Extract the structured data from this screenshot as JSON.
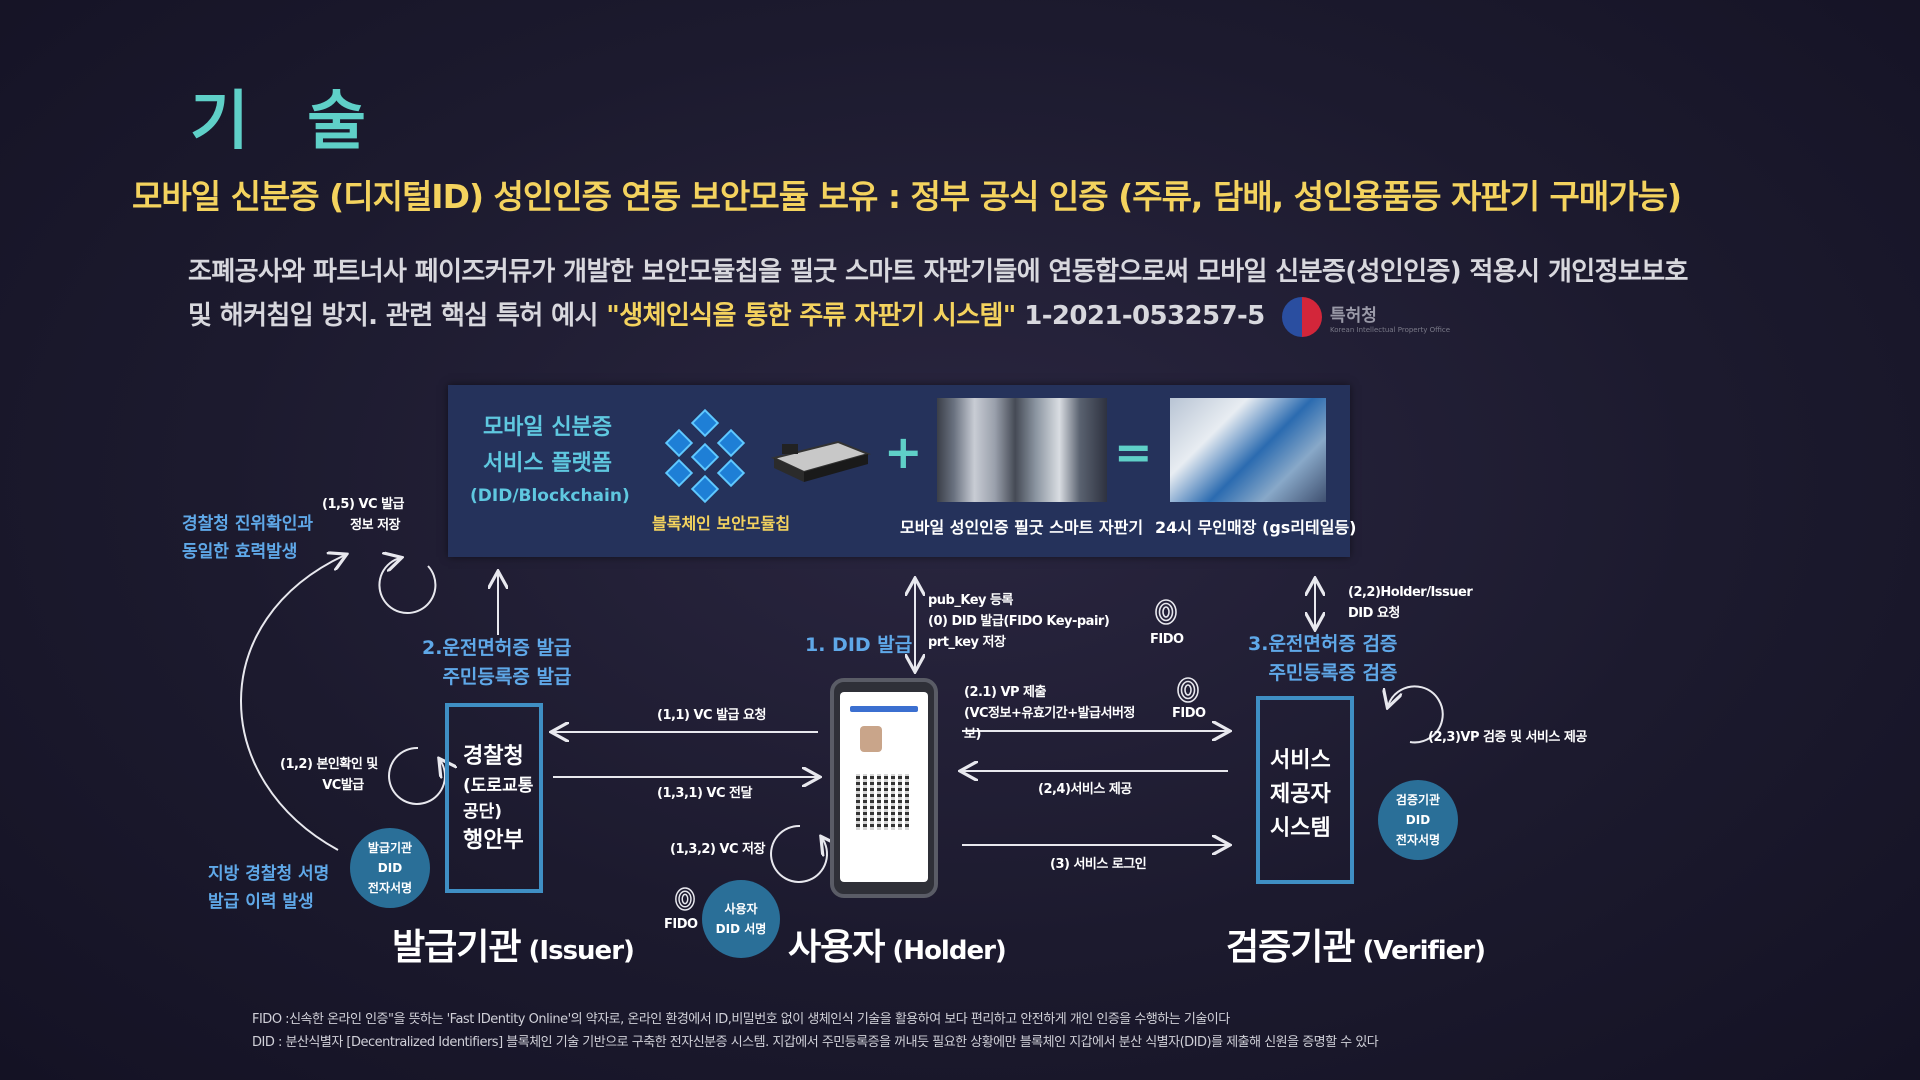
{
  "title": "기 술",
  "headline": "모바일 신분증 (디지털ID) 성인인증 연동 보안모듈 보유    :  정부 공식 인증 (주류, 담배, 성인용품등 자판기 구매가능)",
  "description": {
    "line1": "조폐공사와 파트너사 페이즈커뮤가 개발한 보안모듈칩을 필굿 스마트 자판기들에 연동함으로써 모바일 신분증(성인인증) 적용시 개인정보보호",
    "line2_pre": "및 해커침입 방지. 관련 핵심 특허 예시 ",
    "line2_hl": "\"생체인식을 통한  주류 자판기 시스템\"",
    "line2_post": "   1-2021-053257-5"
  },
  "kipo": {
    "name": "특허청",
    "sub": "Korean Intellectual Property Office"
  },
  "platform": {
    "title_line1": "모바일 신분증",
    "title_line2": "서비스 플랫폼",
    "subtitle": "(DID/Blockchain)",
    "chip_label": "블록체인 보안모듈칩",
    "vending_label": "모바일 성인인증  필굿 스마트 자판기",
    "store_label": "24시 무인매장 (gs리테일등)",
    "plus": "+",
    "equals": "="
  },
  "left": {
    "police_note_line1": "경찰청 진위확인과",
    "police_note_line2": "동일한 효력발생",
    "vc_store_line1": "(1,5) VC 발급",
    "vc_store_line2": "정보 저장",
    "issue_line1": "2.운전면허증 발급",
    "issue_line2": "주민등록증 발급",
    "self_check_line1": "(1,2) 본인확인 및",
    "self_check_line2": "VC발급",
    "local_sign_line1": "지방 경찰청 서명",
    "local_sign_line2": "발급 이력 발생",
    "issuer_box": [
      "경찰청",
      "(도로교통",
      "공단)",
      "행안부"
    ],
    "issuer_did": [
      "발급기관",
      "DID",
      "전자서명"
    ],
    "issuer_label": "발급기관",
    "issuer_label_en": " (Issuer)"
  },
  "center": {
    "did_issue": "1. DID 발급",
    "pub_key": "pub_Key 등록",
    "did_fido": "(0) DID 발급(FIDO Key-pair)",
    "prt_key": "prt_key 저장",
    "fido": "FIDO",
    "vc_request": "(1,1) VC 발급 요청",
    "vc_deliver": "(1,3,1) VC 전달",
    "vc_store": "(1,3,2) VC 저장",
    "user_did": [
      "사용자",
      "DID 서명"
    ],
    "holder_label": "사용자",
    "holder_label_en": " (Holder)"
  },
  "right": {
    "holder_issuer_line1": "(2,2)Holder/Issuer",
    "holder_issuer_line2": "DID 요청",
    "verify_line1": "3.운전면허증 검증",
    "verify_line2": "주민등록증 검증",
    "vp_submit_line1": "(2.1) VP 제출",
    "vp_submit_line2": "(VC정보+유효기간+발급서버정",
    "vp_submit_line3": "보)",
    "service_provide": "(2,4)서비스 제공",
    "service_login": "(3) 서비스 로그인",
    "vp_verify": "(2,3)VP 검증 및 서비스 제공",
    "service_box": [
      "서비스",
      "제공자",
      "시스템"
    ],
    "verifier_did": [
      "검증기관",
      "DID",
      "전자서명"
    ],
    "verifier_label": "검증기관",
    "verifier_label_en": " (Verifier)"
  },
  "footnotes": {
    "fido": "FIDO :신속한 온라인 인증\"을 뜻하는 'Fast IDentity Online'의 약자로, 온라인 환경에서 ID,비밀번호 없이 생체인식 기술을 활용하여 보다 편리하고 안전하게 개인 인증을 수행하는 기술이다",
    "did": "DID : 분산식별자 [Decentralized Identifiers] 블록체인 기술 기반으로 구축한 전자신분증 시스템. 지갑에서 주민등록증을 꺼내듯 필요한 상황에만 블록체인 지갑에서 분산 식별자(DID)를 제출해 신원을 증명할 수 있다"
  },
  "colors": {
    "accent_teal": "#5fd0c8",
    "highlight_yellow": "#f4d35e",
    "label_blue": "#5fa8e8",
    "box_border": "#3f8fc4",
    "circle_fill": "#2a6f98",
    "platform_bg": "#25325b"
  },
  "icons": [
    "blockchain-cubes-icon",
    "security-chip-icon",
    "fingerprint-icon",
    "cycle-arrow-icon",
    "phone-icon"
  ]
}
